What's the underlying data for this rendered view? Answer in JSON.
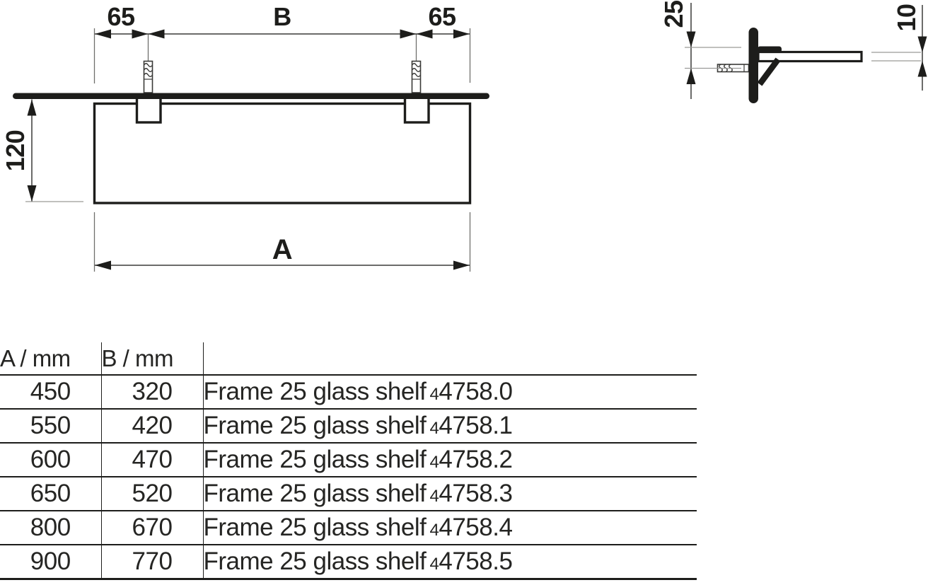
{
  "page": {
    "background": "#ffffff"
  },
  "drawing": {
    "colors": {
      "outline": "#1d1d1b",
      "dimension_line": "#3a3a38",
      "extension_line": "#6f6f6d",
      "tick": "#9a9a98",
      "label": "#1d1d1b"
    },
    "front_view": {
      "offset_left_label": "65",
      "span_label": "B",
      "offset_right_label": "65",
      "height_label": "120",
      "width_label": "A"
    },
    "side_view": {
      "offset_label": "25",
      "thickness_label": "10"
    }
  },
  "table": {
    "headers": {
      "a": "A / mm",
      "b": "B / mm",
      "product": ""
    },
    "rows": [
      {
        "a": "450",
        "b": "320",
        "product": "Frame 25 glass shelf",
        "article_prefix": "4",
        "article_number": "4758.0"
      },
      {
        "a": "550",
        "b": "420",
        "product": "Frame 25 glass shelf",
        "article_prefix": "4",
        "article_number": "4758.1"
      },
      {
        "a": "600",
        "b": "470",
        "product": "Frame 25 glass shelf",
        "article_prefix": "4",
        "article_number": "4758.2"
      },
      {
        "a": "650",
        "b": "520",
        "product": "Frame 25 glass shelf",
        "article_prefix": "4",
        "article_number": "4758.3"
      },
      {
        "a": "800",
        "b": "670",
        "product": "Frame 25 glass shelf",
        "article_prefix": "4",
        "article_number": "4758.4"
      },
      {
        "a": "900",
        "b": "770",
        "product": "Frame 25 glass shelf",
        "article_prefix": "4",
        "article_number": "4758.5"
      }
    ]
  }
}
